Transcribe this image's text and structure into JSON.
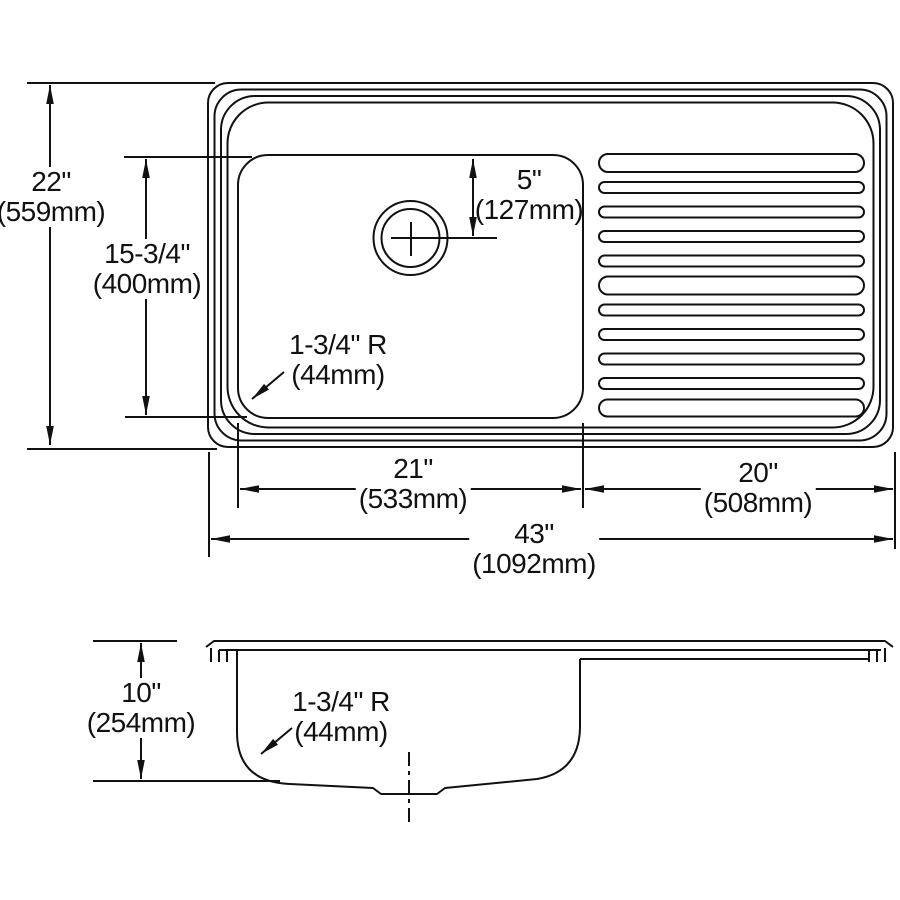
{
  "drawing": {
    "type": "kitchen sink dimension drawing, top view and side view",
    "line_color": "#111111",
    "background_color": "#ffffff"
  },
  "top_view": {
    "overall_depth_in": "22\"",
    "overall_depth_mm": "(559mm)",
    "bowl_depth_in": "15-3/4\"",
    "bowl_depth_mm": "(400mm)",
    "drain_offset_in": "5\"",
    "drain_offset_mm": "(127mm)",
    "corner_radius_in": "1-3/4\" R",
    "corner_radius_mm": "(44mm)",
    "bowl_width_in": "21\"",
    "bowl_width_mm": "(533mm)",
    "drainboard_width_in": "20\"",
    "drainboard_width_mm": "(508mm)",
    "overall_width_in": "43\"",
    "overall_width_mm": "(1092mm)"
  },
  "side_view": {
    "depth_in": "10\"",
    "depth_mm": "(254mm)",
    "corner_radius_in": "1-3/4\" R",
    "corner_radius_mm": "(44mm)"
  }
}
